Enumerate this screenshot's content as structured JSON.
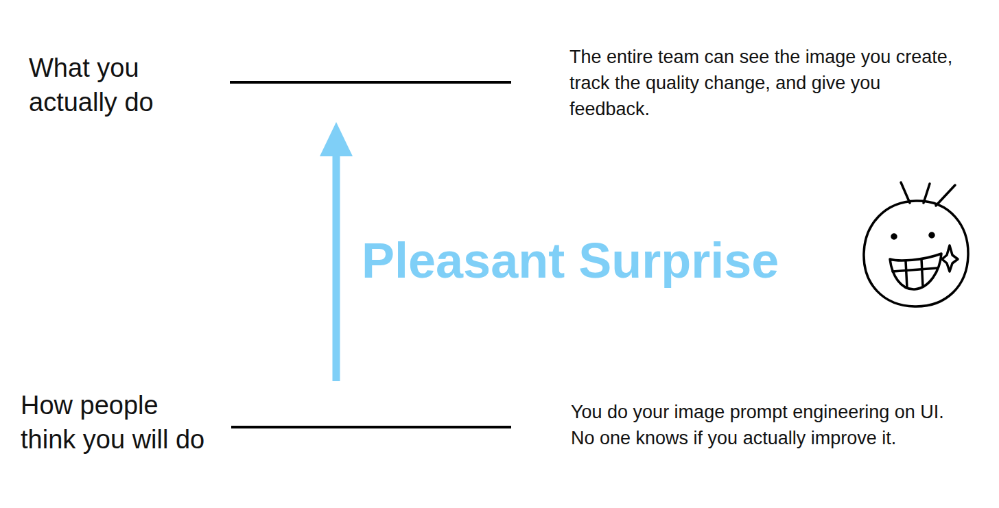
{
  "diagram": {
    "labels": [
      "What you actually do",
      "The entire team can see the image you create, track the quality change, and give you feedback.",
      "Pleasant Surprise",
      "How people think you will do",
      "You do your image prompt engineering on UI. No one knows if you actually improve it."
    ]
  }
}
